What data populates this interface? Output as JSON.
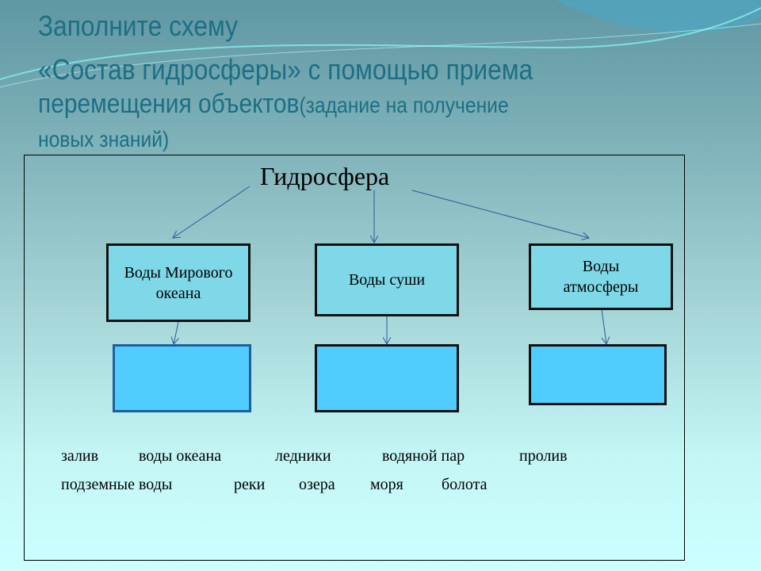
{
  "title": {
    "line1": "Заполните схему",
    "line2": "«Состав гидросферы» с помощью приема",
    "line3_main": "перемещения объектов",
    "line3_sub": "(задание на  получение",
    "line4": "новых знаний)"
  },
  "diagram": {
    "root": "Гидросфера",
    "categories": [
      {
        "label": "Воды Мирового океана"
      },
      {
        "label": "Воды суши"
      },
      {
        "label": "Воды атмосферы"
      }
    ]
  },
  "words": {
    "row1": [
      "залив",
      "воды океана",
      "ледники",
      "водяной пар",
      "пролив"
    ],
    "row2": [
      "подземные воды",
      "реки",
      "озера",
      "моря",
      "болота"
    ]
  },
  "colors": {
    "title": "#1d6f84",
    "box": "#7fd8e8",
    "slot": "#50ccff"
  }
}
